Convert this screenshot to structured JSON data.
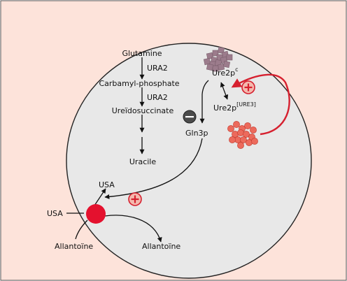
{
  "colors": {
    "background": "#fde3da",
    "cell_fill": "#e8e8e8",
    "cell_stroke": "#222222",
    "transporter": "#e4112e",
    "prion_arrow": "#d6202f",
    "aggregate_purple": "#9c7c8c",
    "aggregate_red": "#ec6a5c",
    "plus_fill": "#f4b9ae"
  },
  "pathway": {
    "glutamine": "Glutamine",
    "enzyme_1": "URA2",
    "carbamyl_phosphate": "Carbamyl-phosphate",
    "enzyme_2": "URA2",
    "ureidosuccinate": "Ureïdosuccinate",
    "uracile": "Uracile"
  },
  "regulators": {
    "ure2p_c_base": "Ure2p",
    "ure2p_c_sup": "c",
    "ure2p_ure3_base": "Ure2p",
    "ure2p_ure3_sup": "[URE3]",
    "gln3p": "Gln3p",
    "minus_sign": "−",
    "plus_sign": "+"
  },
  "transport": {
    "usa_inside": "USA",
    "usa_outside": "USA",
    "allantoine_outside": "Allantoïne",
    "allantoine_inside": "Allantoïne"
  },
  "icons": [
    "minus-circle-icon",
    "plus-circle-icon",
    "transporter-circle-icon",
    "aggregate-cluster-icon"
  ]
}
